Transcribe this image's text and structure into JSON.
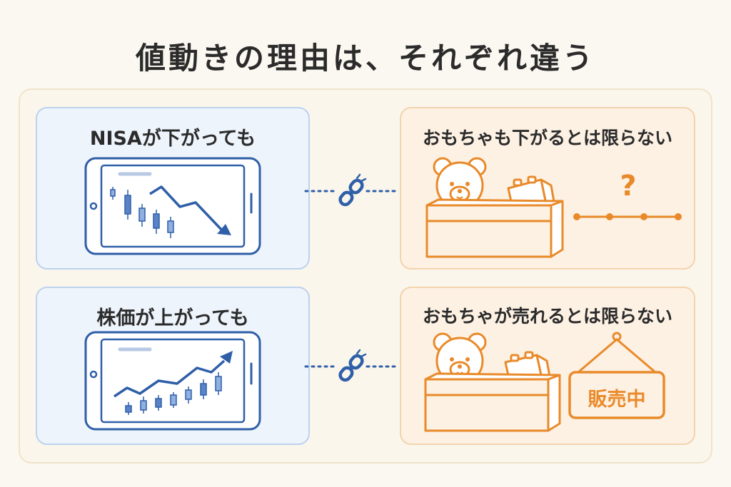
{
  "title": "値動きの理由は、それぞれ違う",
  "rows": [
    {
      "left_label": "NISAが下がっても",
      "right_label": "おもちゃも下がるとは限らない",
      "trend": "down",
      "right_icons": [
        "teddy-bear-icon",
        "toy-box-icon",
        "question-mark-icon",
        "dotted-timeline-icon"
      ]
    },
    {
      "left_label": "株価が上がっても",
      "right_label": "おもちゃが売れるとは限らない",
      "trend": "up",
      "right_icons": [
        "teddy-bear-icon",
        "toy-box-icon",
        "hanging-sign-icon"
      ],
      "sign_text": "販売中"
    }
  ],
  "connector_icon": "broken-chain-link-icon",
  "colors": {
    "blue_accent": "#2f5fa8",
    "blue_light": "#8fb0e0",
    "orange_accent": "#e98a2a",
    "card_blue_bg": "#eef4fc",
    "card_orange_bg": "#fdf1e4"
  }
}
